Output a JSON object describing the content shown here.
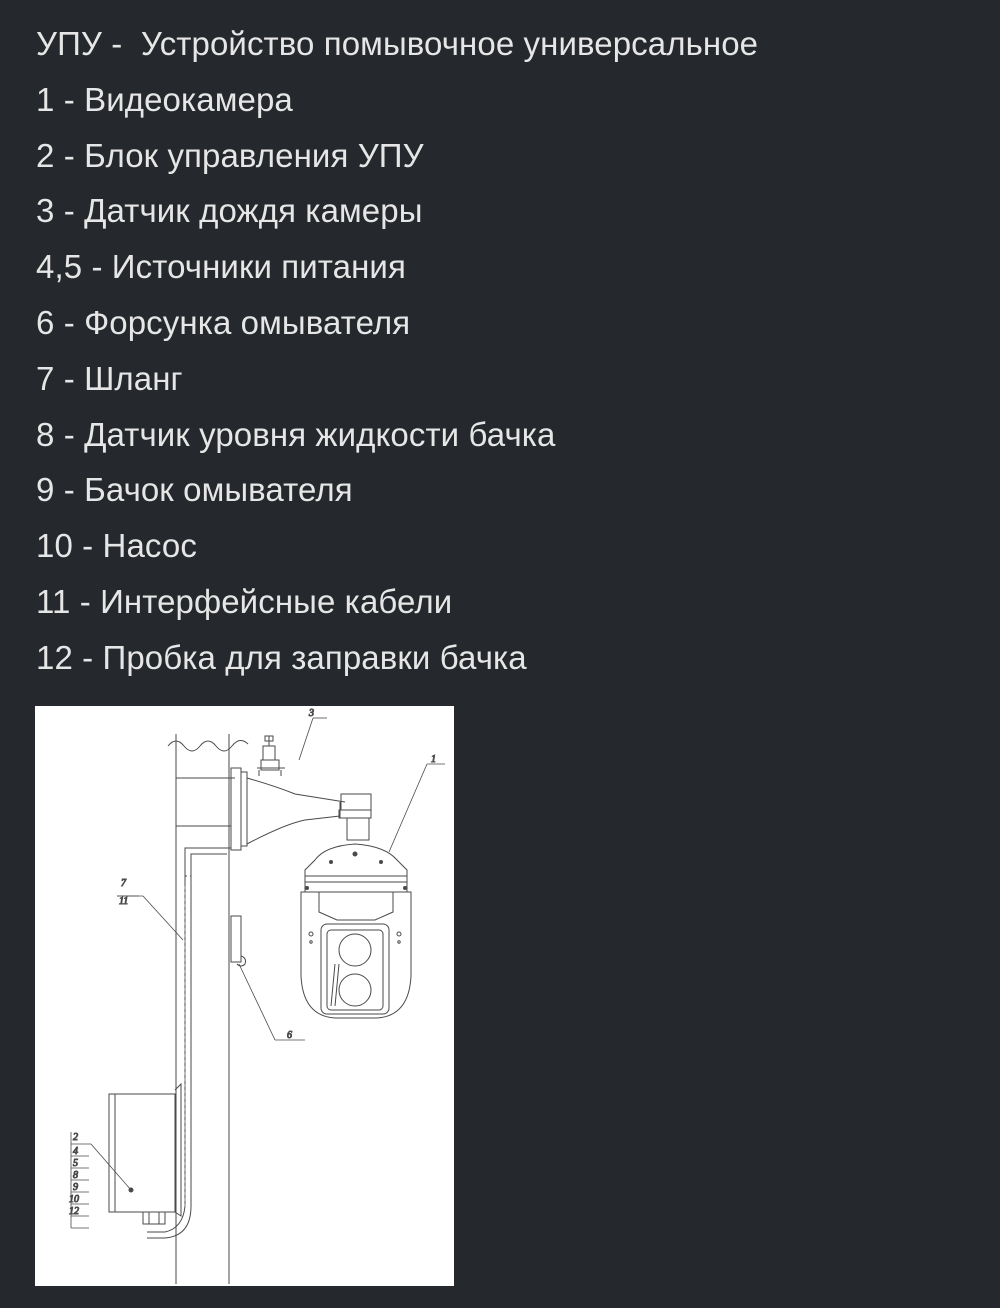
{
  "legend": {
    "title": "УПУ -  Устройство помывочное универсальное",
    "items": [
      "1 - Видеокамера",
      "2 - Блок управления УПУ",
      "3 - Датчик дождя камеры",
      "4,5 - Источники питания",
      "6 - Форсунка омывателя",
      "7 - Шланг",
      "8 - Датчик уровня жидкости бачка",
      "9 - Бачок омывателя",
      "10 - Насос",
      "11 - Интерфейсные кабели",
      "12 - Пробка для заправки бачка"
    ]
  },
  "diagram": {
    "callouts": {
      "c1": "1",
      "c3": "3",
      "c6": "6",
      "c7": "7",
      "c11": "11",
      "stack": [
        "2",
        "4",
        "5",
        "8",
        "9",
        "10",
        "12"
      ]
    }
  },
  "colors": {
    "background": "#25282c",
    "text": "#e6e6e6",
    "drawing_bg": "#ffffff",
    "drawing_line": "#4a4a4a"
  }
}
